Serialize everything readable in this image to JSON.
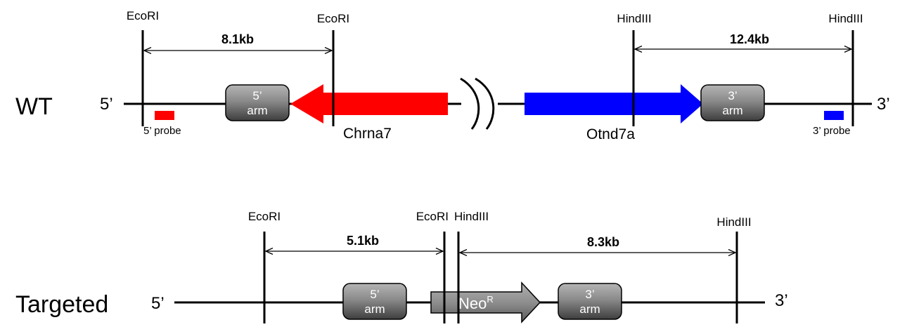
{
  "rows": {
    "wt": {
      "label": "WT",
      "five_prime": "5’",
      "three_prime": "3’",
      "sites": [
        "EcoRI",
        "EcoRI",
        "HindIII",
        "HindIII"
      ],
      "distances": [
        "8.1kb",
        "12.4kb"
      ],
      "arm5": [
        "5’",
        "arm"
      ],
      "arm3": [
        "3’",
        "arm"
      ],
      "gene_left": "Chrna7",
      "gene_right": "Otnd7a",
      "probe5": "5’ probe",
      "probe3": "3’ probe"
    },
    "targeted": {
      "label": "Targeted",
      "five_prime": "5’",
      "three_prime": "3’",
      "sites": [
        "EcoRI",
        "EcoRI",
        "HindIII",
        "HindIII"
      ],
      "distances": [
        "5.1kb",
        "8.3kb"
      ],
      "arm5": [
        "5’",
        "arm"
      ],
      "arm3": [
        "3’",
        "arm"
      ],
      "neo": "Neo",
      "neo_sup": "R"
    }
  },
  "colors": {
    "chrna7": "#ff0000",
    "otnd7a": "#0000ff",
    "probe5": "#ff0000",
    "probe3": "#0000ff",
    "arm": "#7a7a7a",
    "neo": "#8a8a8a"
  }
}
